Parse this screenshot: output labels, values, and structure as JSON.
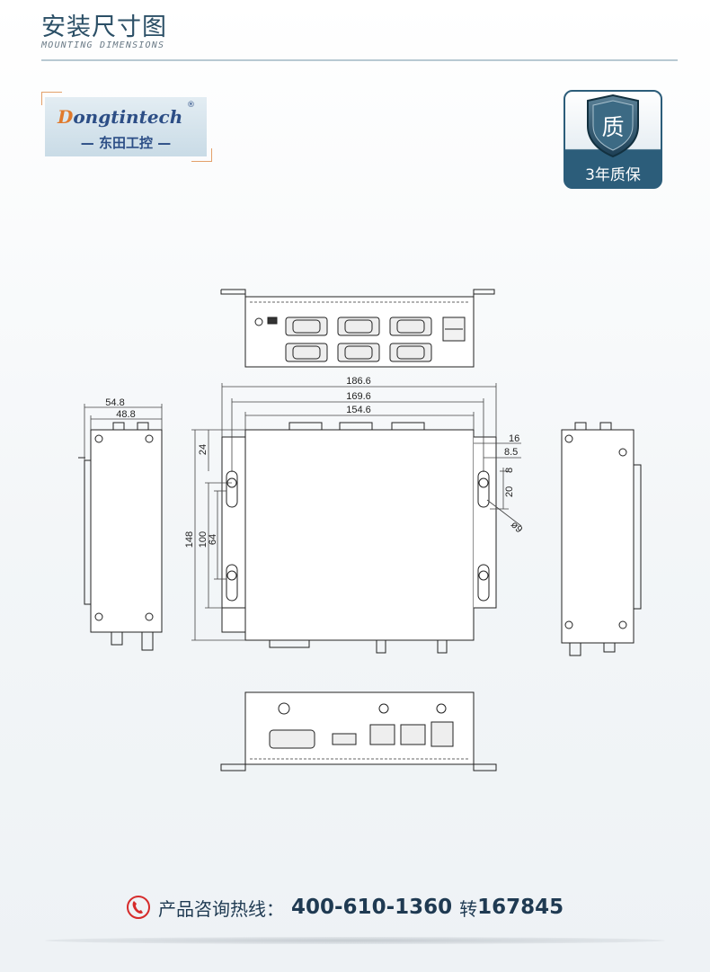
{
  "header": {
    "title": "安装尺寸图",
    "subtitle": "MOUNTING DIMENSIONS"
  },
  "logo": {
    "name": "Dongtintech",
    "registered": "®",
    "cn_name": "— 东田工控 —"
  },
  "badge": {
    "icon": "quality-shield-icon",
    "glyph": "质",
    "label": "3年质保",
    "color": "#2c5d7a"
  },
  "dimensions": {
    "width_overall": "186.6",
    "width_holes": "169.6",
    "width_body": "154.6",
    "depth_overall": "54.8",
    "depth_body": "48.8",
    "height_overall": "148",
    "height_holes": "100",
    "height_slot": "64",
    "top_offset": "24",
    "ear_width": "16",
    "ear_offset": "8.5",
    "slot_width": "8",
    "slot_length": "20",
    "hole_dia": "ø9"
  },
  "footer": {
    "icon": "phone-icon",
    "label": "产品咨询热线：",
    "phone": "400-610-1360",
    "ext_label": "转",
    "ext": "167845",
    "accent": "#d62b2b"
  }
}
